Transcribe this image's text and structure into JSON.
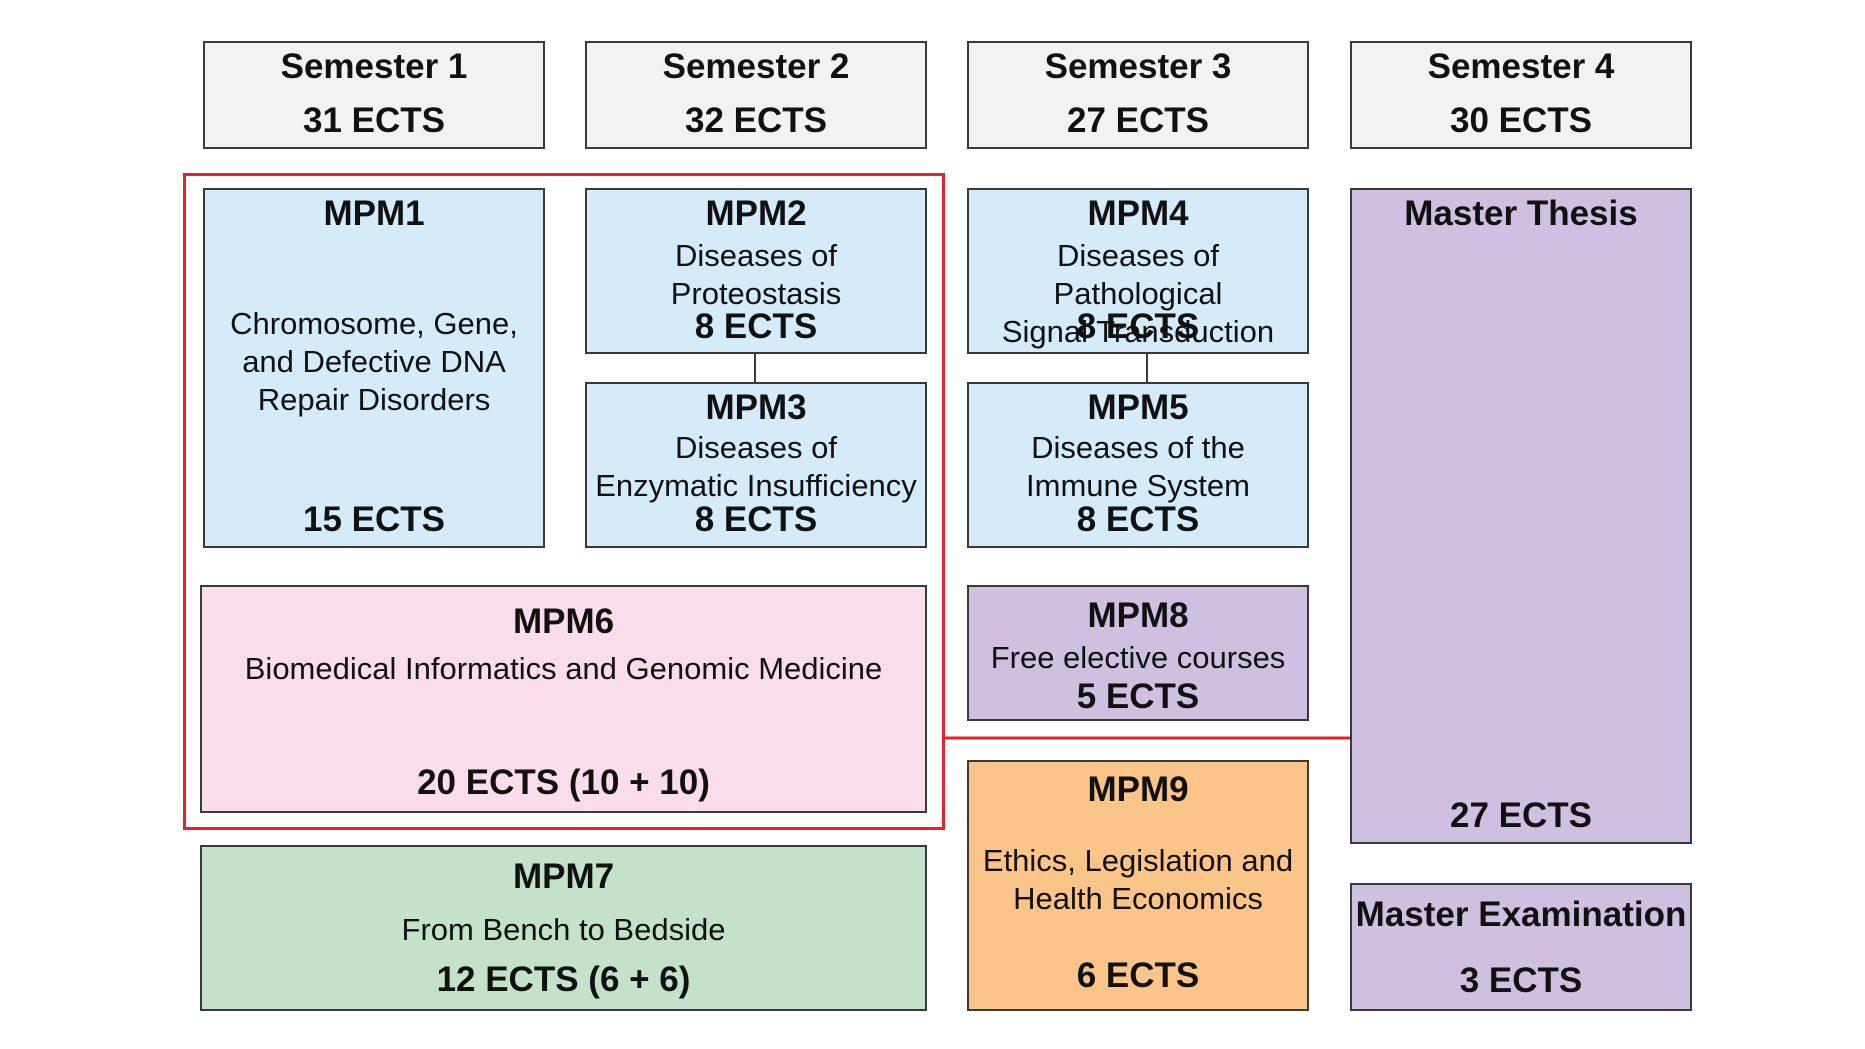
{
  "colors": {
    "header": "#f2f2f2",
    "mpm_blue": "#d6ebf9",
    "mpm_pink": "#fadcec",
    "mpm_green": "#c3e2c9",
    "mpm_purple": "#cfbfe0",
    "mpm_orange": "#fbc589",
    "highlight_frame": "#e8202a"
  },
  "semesters": [
    {
      "title": "Semester 1",
      "ects": "31 ECTS"
    },
    {
      "title": "Semester 2",
      "ects": "32 ECTS"
    },
    {
      "title": "Semester 3",
      "ects": "27 ECTS"
    },
    {
      "title": "Semester 4",
      "ects": "30 ECTS"
    }
  ],
  "modules": {
    "mpm1": {
      "code": "MPM1",
      "name": "Chromosome, Gene,\nand Defective DNA\nRepair Disorders",
      "ects": "15 ECTS"
    },
    "mpm2": {
      "code": "MPM2",
      "name": "Diseases of\nProteostasis",
      "ects": "8 ECTS"
    },
    "mpm3": {
      "code": "MPM3",
      "name": "Diseases of\nEnzymatic Insufficiency",
      "ects": "8 ECTS"
    },
    "mpm4": {
      "code": "MPM4",
      "name": "Diseases of Pathological\nSignal Transduction",
      "ects": "8 ECTS"
    },
    "mpm5": {
      "code": "MPM5",
      "name": "Diseases of the\nImmune System",
      "ects": "8 ECTS"
    },
    "mpm6": {
      "code": "MPM6",
      "name": "Biomedical Informatics and Genomic Medicine",
      "ects": "20 ECTS (10 + 10)"
    },
    "mpm7": {
      "code": "MPM7",
      "name": "From Bench to Bedside",
      "ects": "12 ECTS (6 + 6)"
    },
    "mpm8": {
      "code": "MPM8",
      "name": "Free elective courses",
      "ects": "5 ECTS"
    },
    "mpm9": {
      "code": "MPM9",
      "name": "Ethics, Legislation and\nHealth Economics",
      "ects": "6 ECTS"
    },
    "thesis": {
      "title": "Master Thesis",
      "ects": "27 ECTS"
    },
    "exam": {
      "title": "Master Examination",
      "ects": "3 ECTS"
    }
  }
}
